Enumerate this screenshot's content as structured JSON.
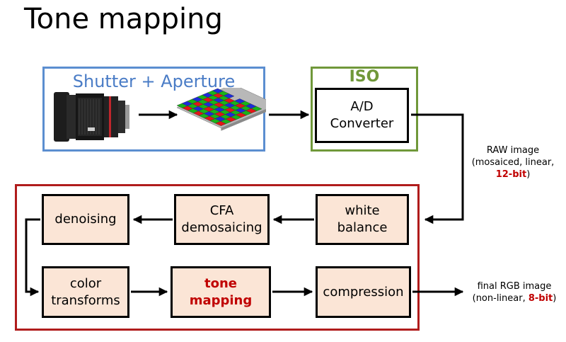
{
  "title": "Tone mapping",
  "optics": {
    "label": "Shutter + Aperture"
  },
  "iso": {
    "label": "ISO"
  },
  "converter": {
    "label": "A/D\nConverter"
  },
  "pipeline": {
    "white_balance": "white\nbalance",
    "cfa_demosaicing": "CFA\ndemosaicing",
    "denoising": "denoising",
    "color_transforms": "color\ntransforms",
    "tone_mapping": "tone\nmapping",
    "compression": "compression"
  },
  "raw_note": {
    "line1": "RAW image",
    "line2": "(mosaiced, linear,",
    "bits": "12-bit",
    "close": ")"
  },
  "final_note": {
    "line1": "final RGB image",
    "line2_start": "(non-linear, ",
    "bits": "8-bit",
    "close": ")"
  },
  "colors": {
    "optics_frame": "#5b8ed0",
    "optics_text": "#4a7cc6",
    "iso_frame": "#70983a",
    "iso_text": "#70983a",
    "pipeline_frame": "#b01c1c",
    "highlight": "#c00000",
    "box_fill": "#fbe5d6"
  },
  "icons": {
    "lens": "camera-lens-icon",
    "sensor": "bayer-sensor-icon"
  }
}
